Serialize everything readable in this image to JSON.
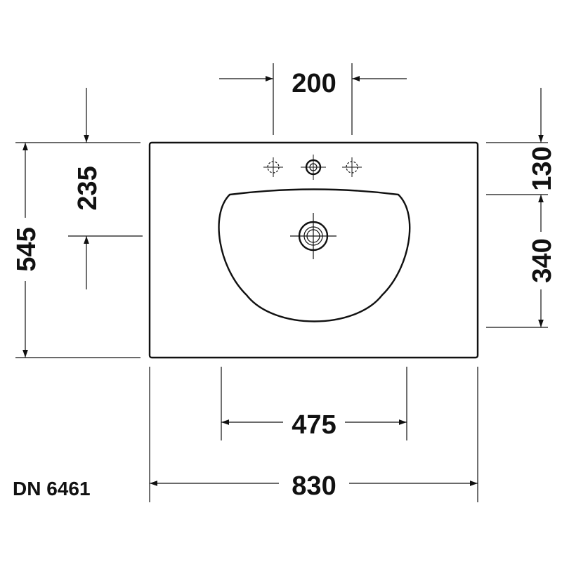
{
  "drawing": {
    "model_code": "DN 6461",
    "dimensions": {
      "overall_width": "830",
      "bowl_width": "475",
      "tap_hole_spacing": "200",
      "overall_depth": "545",
      "drain_offset": "235",
      "tap_zone_depth": "130",
      "bowl_zone_depth": "340"
    }
  }
}
